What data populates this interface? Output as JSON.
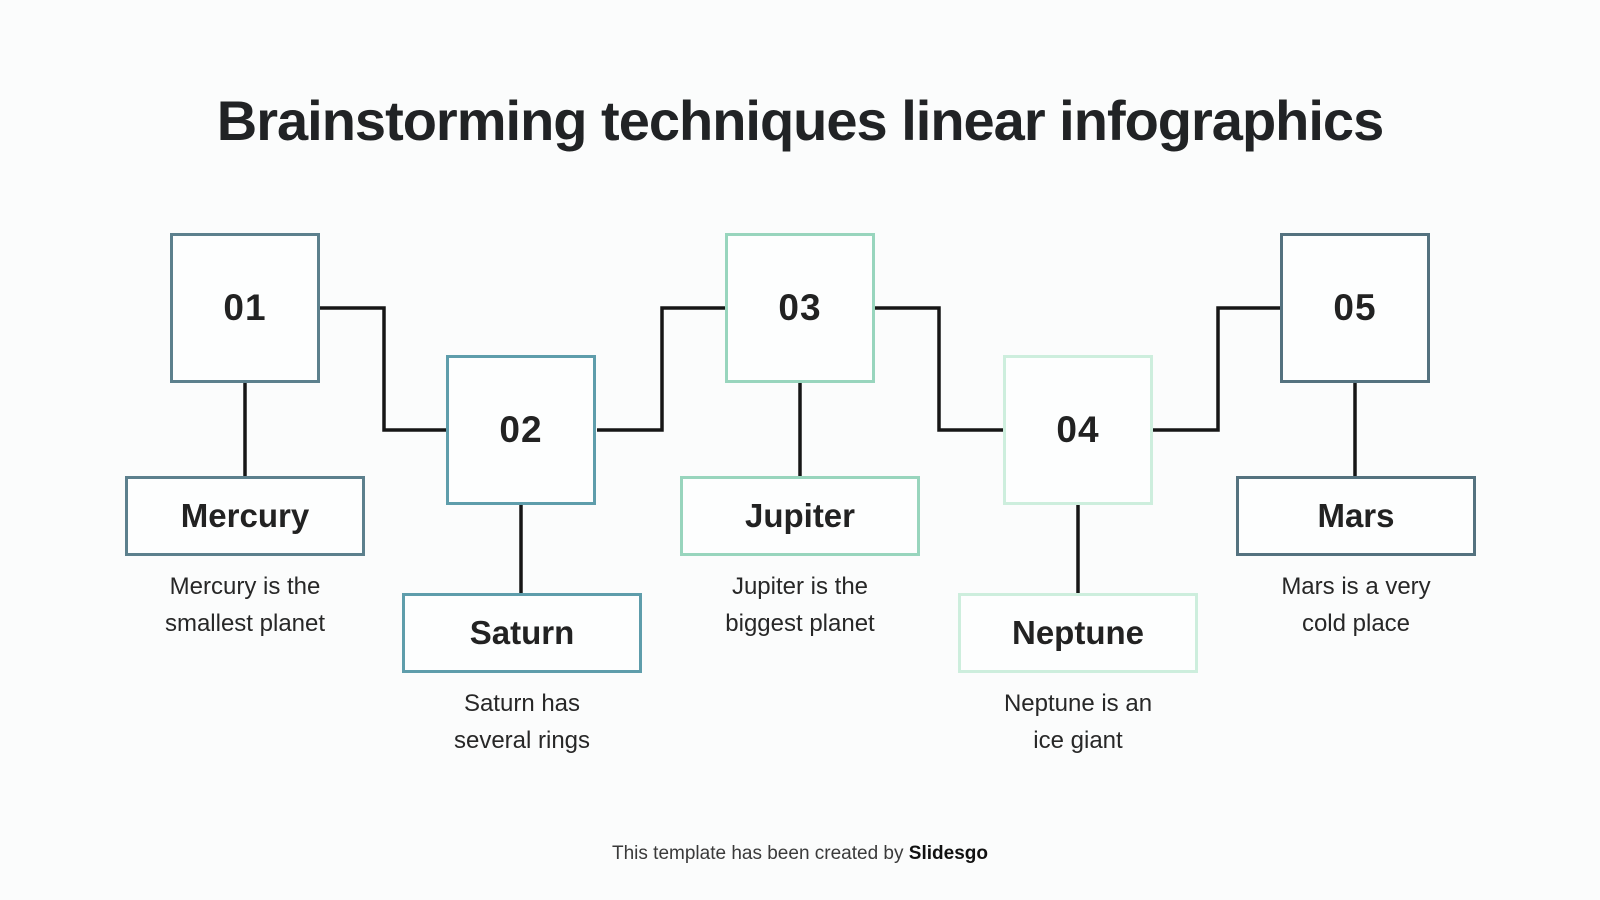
{
  "title": "Brainstorming techniques linear infographics",
  "connector_color": "#161616",
  "steps": [
    {
      "number": "01",
      "label": "Mercury",
      "description_line1": "Mercury is the",
      "description_line2": "smallest planet",
      "accent_color": "#5c808d"
    },
    {
      "number": "02",
      "label": "Saturn",
      "description_line1": "Saturn has",
      "description_line2": "several rings",
      "accent_color": "#5e9dab"
    },
    {
      "number": "03",
      "label": "Jupiter",
      "description_line1": "Jupiter is the",
      "description_line2": "biggest planet",
      "accent_color": "#98d5bd"
    },
    {
      "number": "04",
      "label": "Neptune",
      "description_line1": "Neptune is an",
      "description_line2": "ice giant",
      "accent_color": "#cdeedd"
    },
    {
      "number": "05",
      "label": "Mars",
      "description_line1": "Mars is a very",
      "description_line2": "cold place",
      "accent_color": "#54727f"
    }
  ],
  "footer": {
    "prefix": "This template has been created by ",
    "brand": "Slidesgo"
  }
}
